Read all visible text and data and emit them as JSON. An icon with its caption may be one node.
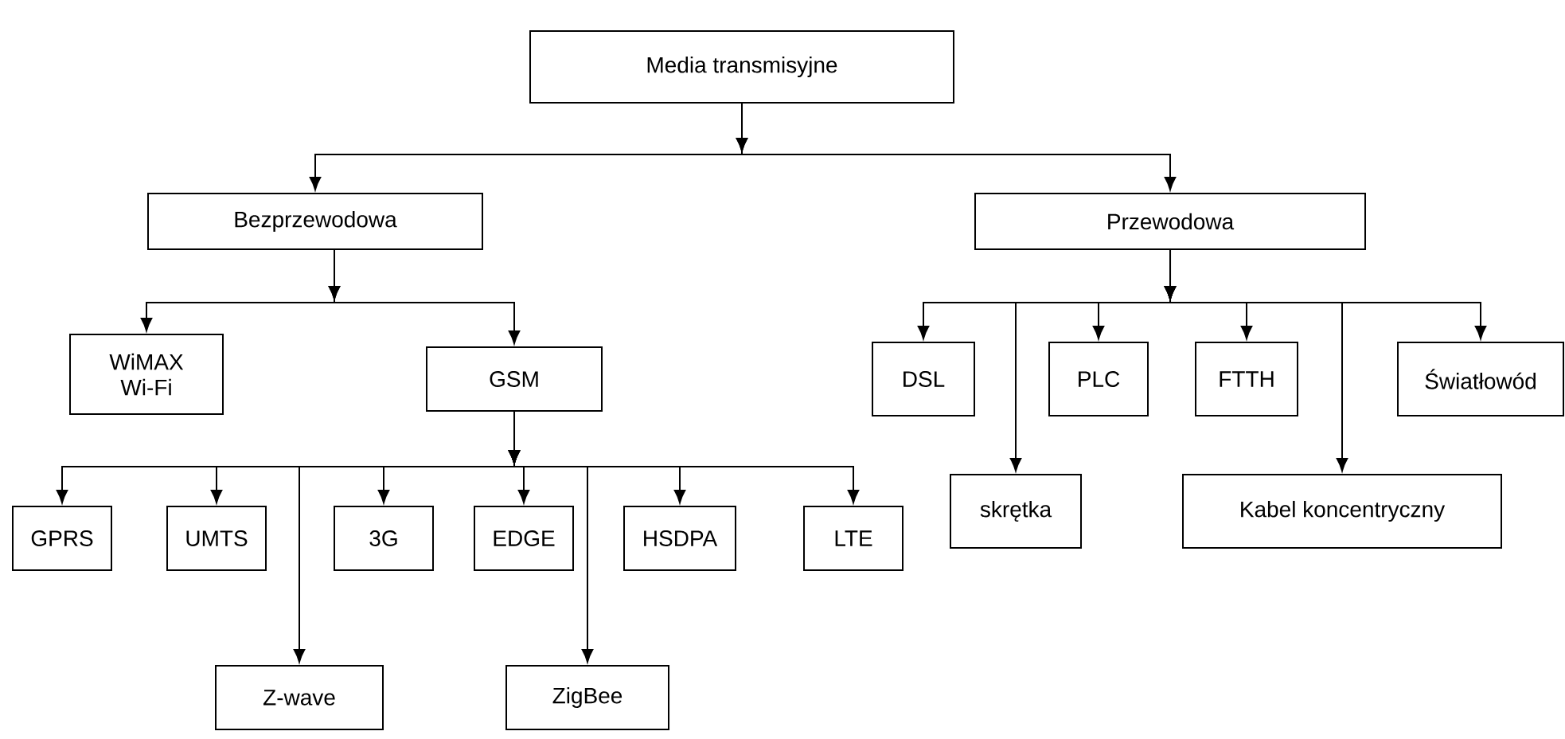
{
  "diagram": {
    "nodes": [
      {
        "text": [
          "Media transmisyjne"
        ]
      },
      {
        "text": [
          "Bezprzewodowa"
        ]
      },
      {
        "text": [
          "Przewodowa"
        ]
      },
      {
        "text": [
          "WiMAX Wi-Fi"
        ]
      },
      {
        "text": [
          "GSM"
        ]
      },
      {
        "text": [
          "DSL"
        ]
      },
      {
        "text": [
          "PLC"
        ]
      },
      {
        "text": [
          "FTTH"
        ]
      },
      {
        "text": [
          "Światłowód"
        ]
      },
      {
        "text": [
          "skrętka"
        ]
      },
      {
        "text": [
          "Kabel koncentryczny"
        ]
      },
      {
        "text": [
          "GPRS"
        ]
      },
      {
        "text": [
          "UMTS"
        ]
      },
      {
        "text": [
          "3G"
        ]
      },
      {
        "text": [
          "EDGE"
        ]
      },
      {
        "text": [
          "HSDPA"
        ]
      },
      {
        "text": [
          "LTE"
        ]
      },
      {
        "text": [
          "Z-wave"
        ]
      },
      {
        "text": [
          "ZigBee"
        ]
      }
    ],
    "edges": [
      {
        "from": 0,
        "to": 1,
        "arrow": "to"
      },
      {
        "from": 0,
        "to": 2,
        "arrow": "to"
      },
      {
        "from": 1,
        "to": 3,
        "arrow": "to"
      },
      {
        "from": 1,
        "to": 4,
        "arrow": "to"
      },
      {
        "from": 2,
        "to": 5,
        "arrow": "to"
      },
      {
        "from": 2,
        "to": 9,
        "arrow": "to"
      },
      {
        "from": 2,
        "to": 6,
        "arrow": "to"
      },
      {
        "from": 2,
        "to": 7,
        "arrow": "to"
      },
      {
        "from": 2,
        "to": 10,
        "arrow": "to"
      },
      {
        "from": 2,
        "to": 8,
        "arrow": "to"
      },
      {
        "from": 4,
        "to": 11,
        "arrow": "to"
      },
      {
        "from": 4,
        "to": 12,
        "arrow": "to"
      },
      {
        "from": 4,
        "to": 17,
        "arrow": "to"
      },
      {
        "from": 4,
        "to": 13,
        "arrow": "to"
      },
      {
        "from": 4,
        "to": 14,
        "arrow": "to"
      },
      {
        "from": 4,
        "to": 18,
        "arrow": "to"
      },
      {
        "from": 4,
        "to": 15,
        "arrow": "to"
      },
      {
        "from": 4,
        "to": 16,
        "arrow": "to"
      }
    ]
  }
}
